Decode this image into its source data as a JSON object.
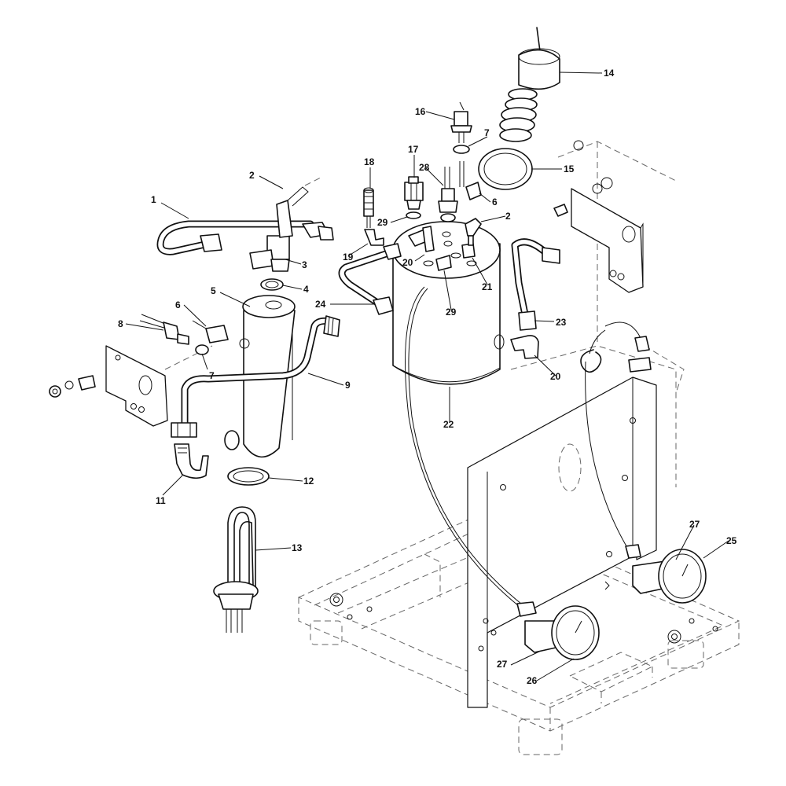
{
  "callouts": [
    {
      "id": "c1",
      "label": "1"
    },
    {
      "id": "c2a",
      "label": "2"
    },
    {
      "id": "c2b",
      "label": "2"
    },
    {
      "id": "c3",
      "label": "3"
    },
    {
      "id": "c4",
      "label": "4"
    },
    {
      "id": "c5",
      "label": "5"
    },
    {
      "id": "c6a",
      "label": "6"
    },
    {
      "id": "c6b",
      "label": "6"
    },
    {
      "id": "c7a",
      "label": "7"
    },
    {
      "id": "c7b",
      "label": "7"
    },
    {
      "id": "c8",
      "label": "8"
    },
    {
      "id": "c9",
      "label": "9"
    },
    {
      "id": "c11",
      "label": "11"
    },
    {
      "id": "c12",
      "label": "12"
    },
    {
      "id": "c13",
      "label": "13"
    },
    {
      "id": "c14",
      "label": "14"
    },
    {
      "id": "c15",
      "label": "15"
    },
    {
      "id": "c16",
      "label": "16"
    },
    {
      "id": "c17",
      "label": "17"
    },
    {
      "id": "c18",
      "label": "18"
    },
    {
      "id": "c19",
      "label": "19"
    },
    {
      "id": "c20a",
      "label": "20"
    },
    {
      "id": "c20b",
      "label": "20"
    },
    {
      "id": "c21",
      "label": "21"
    },
    {
      "id": "c22",
      "label": "22"
    },
    {
      "id": "c23",
      "label": "23"
    },
    {
      "id": "c24",
      "label": "24"
    },
    {
      "id": "c25",
      "label": "25"
    },
    {
      "id": "c26",
      "label": "26"
    },
    {
      "id": "c27a",
      "label": "27"
    },
    {
      "id": "c27b",
      "label": "27"
    },
    {
      "id": "c28",
      "label": "28"
    },
    {
      "id": "c29a",
      "label": "29"
    },
    {
      "id": "c29b",
      "label": "29"
    }
  ]
}
